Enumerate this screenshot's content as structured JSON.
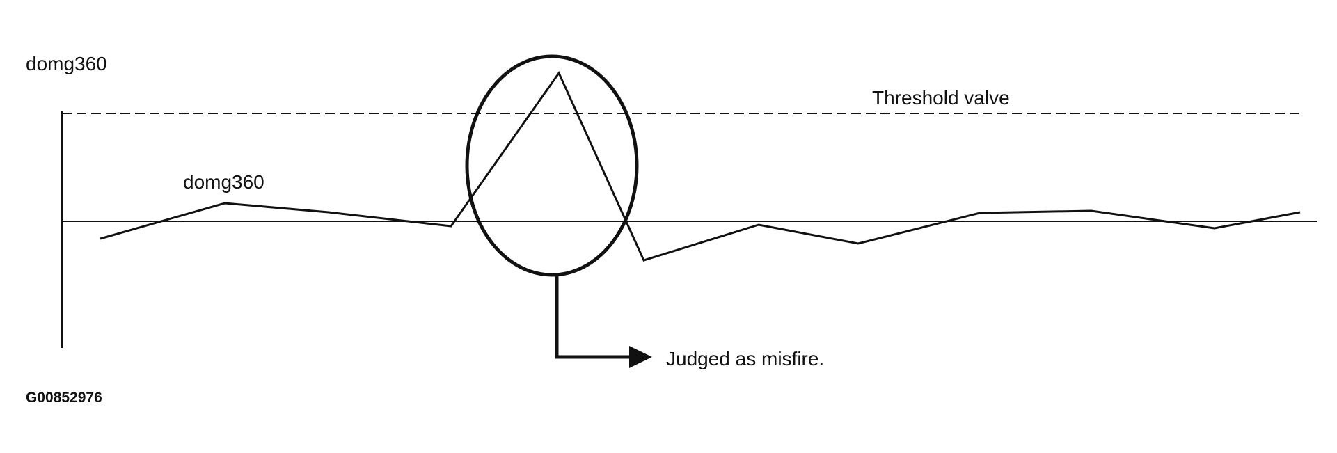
{
  "labels": {
    "axis_title": "domg360",
    "threshold": "Threshold valve",
    "signal": "domg360",
    "callout": "Judged as misfire.",
    "figure_id": "G00852976"
  },
  "colors": {
    "ink": "#111111",
    "background": "#ffffff"
  },
  "icons": {
    "arrow": "arrow-right-icon"
  }
}
